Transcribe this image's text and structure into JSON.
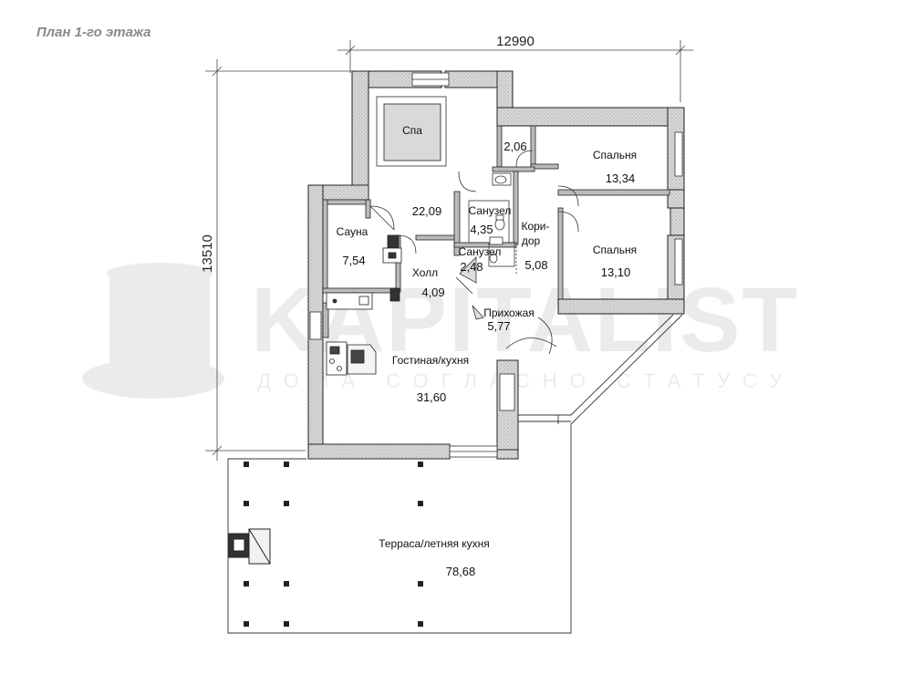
{
  "plan": {
    "title": "План 1-го этажа",
    "dim_width": "12990",
    "dim_height": "13510"
  },
  "watermark": {
    "brand": "KAPITALIST",
    "tagline": "ДОМА СОГЛАСНО СТАТУСУ"
  },
  "rooms": {
    "spa": {
      "name": "Спа"
    },
    "room_206": {
      "area": "2,06"
    },
    "bedroom1": {
      "name": "Спальня",
      "area": "13,34"
    },
    "bedroom2": {
      "name": "Спальня",
      "area": "13,10"
    },
    "hall_main": {
      "area": "22,09"
    },
    "bath1": {
      "name": "Санузел",
      "area": "4,35"
    },
    "bath2": {
      "name": "Санузел",
      "area": "2,48"
    },
    "corridor": {
      "name_line1": "Кори-",
      "name_line2": "дор",
      "area": "5,08"
    },
    "sauna": {
      "name": "Сауна",
      "area": "7,54"
    },
    "holl": {
      "name": "Холл",
      "area": "4,09"
    },
    "entry": {
      "name": "Прихожая",
      "area": "5,77"
    },
    "living": {
      "name": "Гостиная/кухня",
      "area": "31,60"
    },
    "terrace": {
      "name": "Терраса/летняя кухня",
      "area": "78,68"
    }
  },
  "colors": {
    "wall_fill": "#d8d8d8",
    "line": "#222222",
    "dim_line": "#444444",
    "watermark": "#e8e8e8",
    "title": "#8a8a8a"
  }
}
